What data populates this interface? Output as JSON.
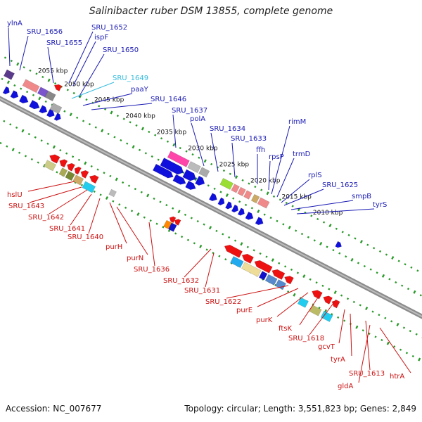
{
  "title": "Salinibacter ruber DSM 13855, complete genome",
  "footer": {
    "accession": "Accession: NC_007677",
    "topology": "Topology: circular; Length: 3,551,823 bp; Genes: 2,849"
  },
  "kbp_ticks": [
    "2055 kbp",
    "2050 kbp",
    "2045 kbp",
    "2040 kbp",
    "2035 kbp",
    "2030 kbp",
    "2025 kbp",
    "2020 kbp",
    "2015 kbp",
    "2010 kbp"
  ],
  "labels_top": [
    {
      "text": "ylnA",
      "color": "blue"
    },
    {
      "text": "SRU_1656",
      "color": "blue"
    },
    {
      "text": "SRU_1652",
      "color": "blue"
    },
    {
      "text": "ispF",
      "color": "blue"
    },
    {
      "text": "SRU_1655",
      "color": "blue"
    },
    {
      "text": "SRU_1650",
      "color": "blue"
    },
    {
      "text": "SRU_1649",
      "color": "cyan"
    },
    {
      "text": "paaY",
      "color": "blue"
    },
    {
      "text": "SRU_1646",
      "color": "blue"
    },
    {
      "text": "SRU_1637",
      "color": "blue"
    },
    {
      "text": "polA",
      "color": "blue"
    },
    {
      "text": "SRU_1634",
      "color": "blue"
    },
    {
      "text": "SRU_1633",
      "color": "blue"
    },
    {
      "text": "ffh",
      "color": "blue"
    },
    {
      "text": "rpsP",
      "color": "blue"
    },
    {
      "text": "rimM",
      "color": "blue"
    },
    {
      "text": "trmD",
      "color": "blue"
    },
    {
      "text": "rplS",
      "color": "blue"
    },
    {
      "text": "SRU_1625",
      "color": "blue"
    },
    {
      "text": "smpB",
      "color": "blue"
    },
    {
      "text": "tyrS",
      "color": "blue"
    }
  ],
  "labels_bottom": [
    {
      "text": "hslU"
    },
    {
      "text": "SRU_1643"
    },
    {
      "text": "SRU_1642"
    },
    {
      "text": "SRU_1641"
    },
    {
      "text": "SRU_1640"
    },
    {
      "text": "purH"
    },
    {
      "text": "purN"
    },
    {
      "text": "SRU_1636"
    },
    {
      "text": "SRU_1632"
    },
    {
      "text": "SRU_1631"
    },
    {
      "text": "SRU_1622"
    },
    {
      "text": "purE"
    },
    {
      "text": "purK"
    },
    {
      "text": "ftsK"
    },
    {
      "text": "SRU_1618"
    },
    {
      "text": "gcvT"
    },
    {
      "text": "tyrA"
    },
    {
      "text": "SRU_1613"
    },
    {
      "text": "gldA"
    },
    {
      "text": "htrA"
    }
  ],
  "colors": {
    "backbone": "#8c8c8c",
    "forward_gene": "#1010dd",
    "reverse_gene": "#ee1111",
    "tick_dots": "#2a9a2a",
    "label_blue": "#1a1ab4",
    "label_red": "#cc1111",
    "label_cyan": "#33bbdd"
  }
}
